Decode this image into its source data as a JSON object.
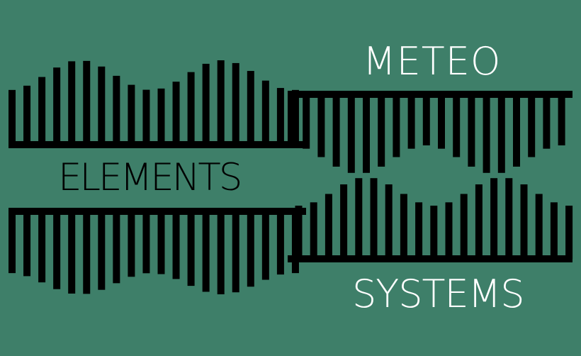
{
  "logo": {
    "words": {
      "meteo": "METEO",
      "elements": "ELEMENTS",
      "systems": "SYSTEMS"
    },
    "colors": {
      "background": "#3e7f69",
      "bars": "#000000",
      "text_light": "#ffffff",
      "text_dark": "#000000"
    }
  }
}
